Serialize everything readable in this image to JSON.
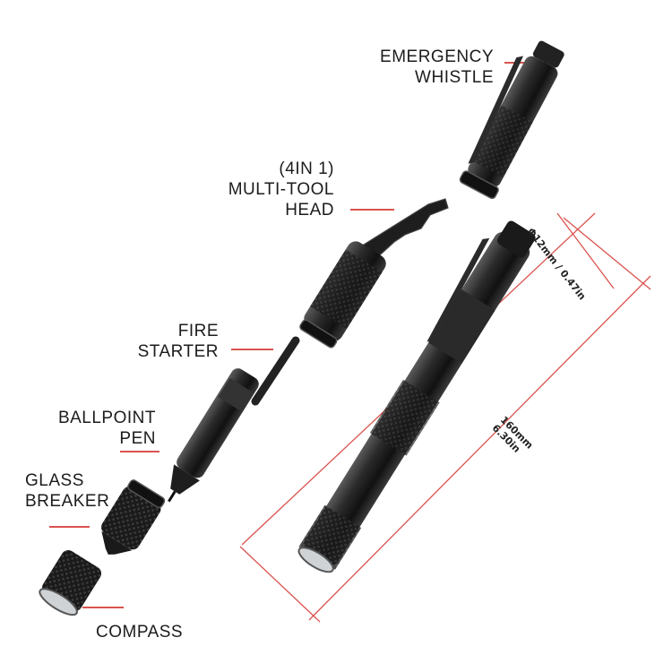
{
  "labels": {
    "emergency_whistle": [
      "EMERGENCY",
      "WHISTLE"
    ],
    "multi_tool_head": [
      "(4IN 1)",
      "MULTI-TOOL",
      "HEAD"
    ],
    "fire_starter": [
      "FIRE",
      "STARTER"
    ],
    "ballpoint_pen": [
      "BALLPOINT",
      "PEN"
    ],
    "glass_breaker": [
      "GLASS",
      "BREAKER"
    ],
    "compass": [
      "COMPASS"
    ]
  },
  "dimensions": {
    "diameter": "Φ12mm / 0.47in",
    "length": [
      "160mm",
      "6.30in"
    ]
  },
  "colors": {
    "accent_line": "#d9534f",
    "metal": "#1e1e1e"
  }
}
